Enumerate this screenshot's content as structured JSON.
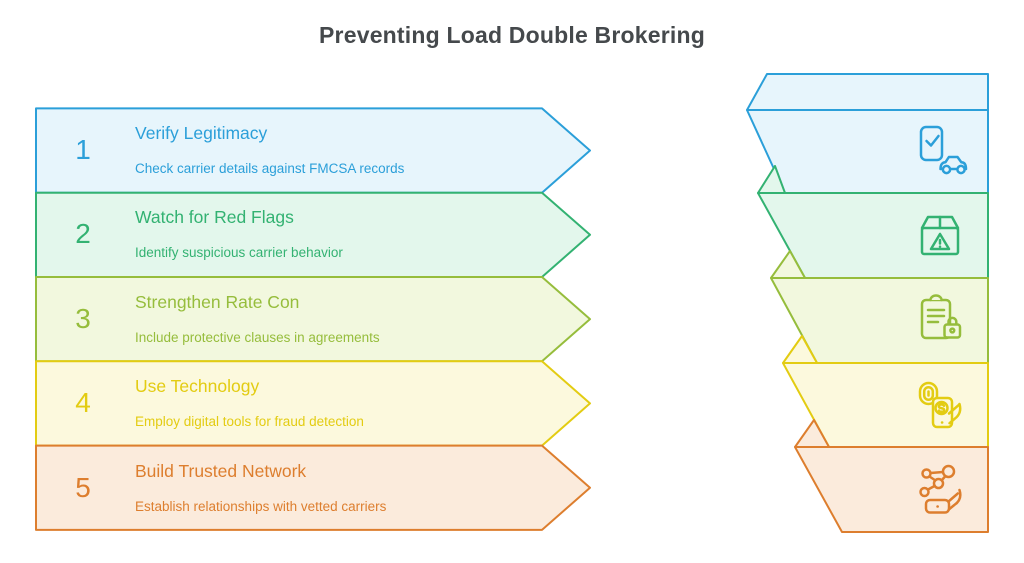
{
  "title": "Preventing Load Double Brokering",
  "title_color": "#45494C",
  "steps": [
    {
      "number": "1",
      "title": "Verify Legitimacy",
      "description": "Check carrier details against FMCSA records",
      "accent": "#2B9FD9",
      "fill": "#E7F5FC",
      "icon": "phone-check-car-icon"
    },
    {
      "number": "2",
      "title": "Watch for Red Flags",
      "description": "Identify suspicious carrier behavior",
      "accent": "#33B272",
      "fill": "#E3F7EC",
      "icon": "package-warning-icon"
    },
    {
      "number": "3",
      "title": "Strengthen Rate Con",
      "description": "Include protective clauses in agreements",
      "accent": "#96BD3C",
      "fill": "#F2F8DE",
      "icon": "clipboard-lock-icon"
    },
    {
      "number": "4",
      "title": "Use Technology",
      "description": "Employ digital tools for fraud detection",
      "accent": "#E3CC12",
      "fill": "#FCF9DD",
      "icon": "fingerprint-payment-icon"
    },
    {
      "number": "5",
      "title": "Build Trusted Network",
      "description": "Establish relationships with vetted carriers",
      "accent": "#DD7E2E",
      "fill": "#FBEBDC",
      "icon": "network-hand-icon"
    }
  ]
}
